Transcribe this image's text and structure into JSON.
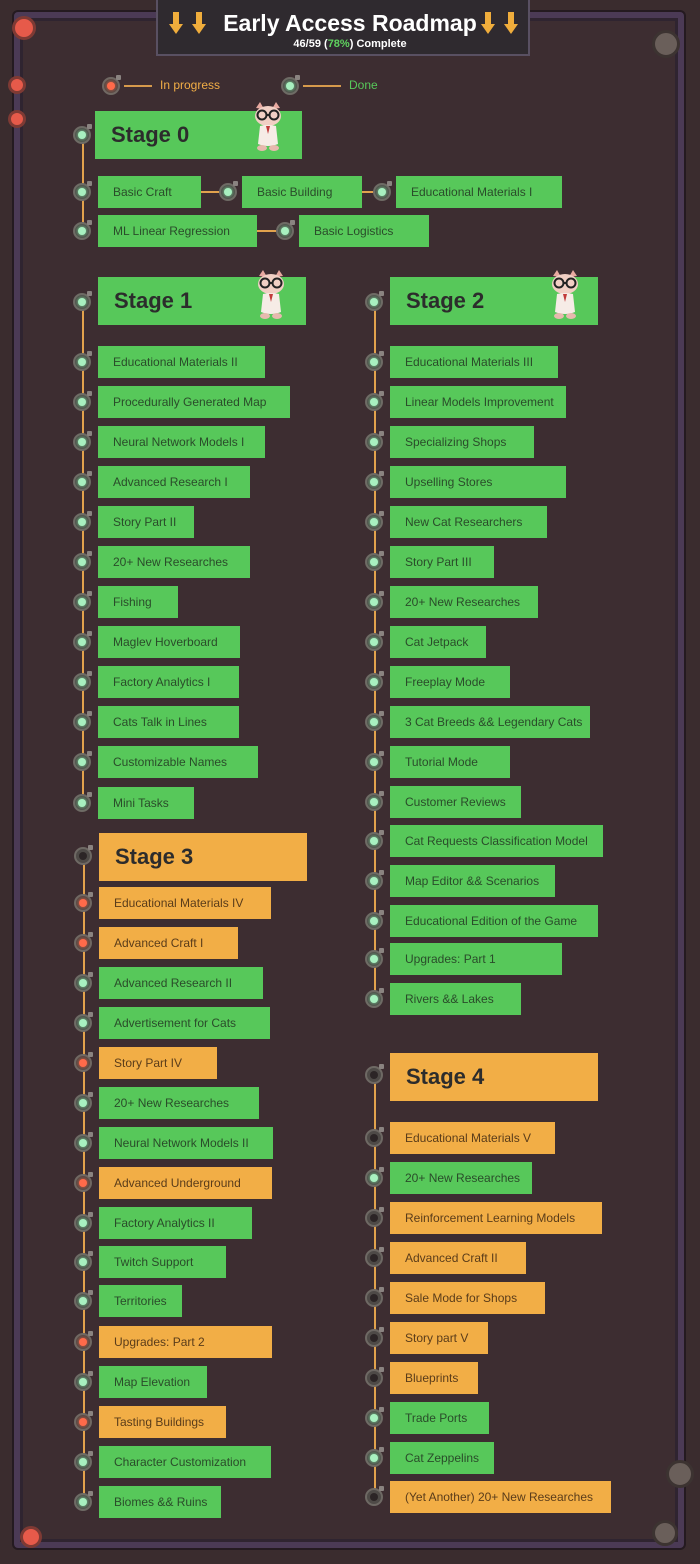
{
  "header": {
    "title": "Early Access Roadmap",
    "progress_count": "46/59",
    "progress_percent": "78%",
    "progress_suffix": "Complete"
  },
  "legend": {
    "in_progress": "In progress",
    "done": "Done"
  },
  "colors": {
    "done": "#57c85a",
    "in_progress": "#f2ae46",
    "connector": "#e2a24d",
    "background": "#3d2d31"
  },
  "stages": [
    {
      "label": "Stage 0",
      "status": "done",
      "items": [
        {
          "label": "Basic Craft",
          "status": "done"
        },
        {
          "label": "Basic Building",
          "status": "done"
        },
        {
          "label": "Educational Materials I",
          "status": "done"
        },
        {
          "label": "ML Linear Regression",
          "status": "done"
        },
        {
          "label": "Basic Logistics",
          "status": "done"
        }
      ]
    },
    {
      "label": "Stage 1",
      "status": "done",
      "items": [
        {
          "label": "Educational Materials II",
          "status": "done"
        },
        {
          "label": "Procedurally Generated Map",
          "status": "done"
        },
        {
          "label": "Neural Network Models I",
          "status": "done"
        },
        {
          "label": "Advanced Research I",
          "status": "done"
        },
        {
          "label": "Story Part II",
          "status": "done"
        },
        {
          "label": "20+ New Researches",
          "status": "done"
        },
        {
          "label": "Fishing",
          "status": "done"
        },
        {
          "label": "Maglev Hoverboard",
          "status": "done"
        },
        {
          "label": "Factory Analytics I",
          "status": "done"
        },
        {
          "label": "Cats Talk in Lines",
          "status": "done"
        },
        {
          "label": "Customizable Names",
          "status": "done"
        },
        {
          "label": "Mini Tasks",
          "status": "done"
        }
      ]
    },
    {
      "label": "Stage 2",
      "status": "done",
      "items": [
        {
          "label": "Educational Materials III",
          "status": "done"
        },
        {
          "label": "Linear Models Improvement",
          "status": "done"
        },
        {
          "label": "Specializing Shops",
          "status": "done"
        },
        {
          "label": "Upselling Stores",
          "status": "done"
        },
        {
          "label": "New Cat Researchers",
          "status": "done"
        },
        {
          "label": "Story Part III",
          "status": "done"
        },
        {
          "label": "20+ New Researches",
          "status": "done"
        },
        {
          "label": "Cat Jetpack",
          "status": "done"
        },
        {
          "label": "Freeplay Mode",
          "status": "done"
        },
        {
          "label": "3 Cat Breeds && Legendary Cats",
          "status": "done"
        },
        {
          "label": "Tutorial Mode",
          "status": "done"
        },
        {
          "label": "Customer Reviews",
          "status": "done"
        },
        {
          "label": "Cat Requests Classification Model",
          "status": "done"
        },
        {
          "label": "Map Editor && Scenarios",
          "status": "done"
        },
        {
          "label": "Educational Edition of the Game",
          "status": "done"
        },
        {
          "label": "Upgrades: Part 1",
          "status": "done"
        },
        {
          "label": "Rivers && Lakes",
          "status": "done"
        }
      ]
    },
    {
      "label": "Stage 3",
      "status": "in_progress",
      "items": [
        {
          "label": "Educational Materials IV",
          "status": "in_progress"
        },
        {
          "label": "Advanced Craft I",
          "status": "in_progress"
        },
        {
          "label": "Advanced Research II",
          "status": "done"
        },
        {
          "label": "Advertisement for Cats",
          "status": "done"
        },
        {
          "label": "Story Part IV",
          "status": "in_progress"
        },
        {
          "label": "20+ New Researches",
          "status": "done"
        },
        {
          "label": "Neural Network Models II",
          "status": "done"
        },
        {
          "label": "Advanced Underground",
          "status": "in_progress"
        },
        {
          "label": "Factory Analytics II",
          "status": "done"
        },
        {
          "label": "Twitch Support",
          "status": "done"
        },
        {
          "label": "Territories",
          "status": "done"
        },
        {
          "label": "Upgrades: Part 2",
          "status": "in_progress"
        },
        {
          "label": "Map Elevation",
          "status": "done"
        },
        {
          "label": "Tasting Buildings",
          "status": "in_progress"
        },
        {
          "label": "Character Customization",
          "status": "done"
        },
        {
          "label": "Biomes && Ruins",
          "status": "done"
        }
      ]
    },
    {
      "label": "Stage 4",
      "status": "in_progress",
      "items": [
        {
          "label": "Educational Materials V",
          "status": "in_progress"
        },
        {
          "label": "20+ New Researches",
          "status": "done"
        },
        {
          "label": "Reinforcement Learning Models",
          "status": "in_progress"
        },
        {
          "label": "Advanced Craft II",
          "status": "in_progress"
        },
        {
          "label": "Sale Mode for Shops",
          "status": "in_progress"
        },
        {
          "label": "Story part V",
          "status": "in_progress"
        },
        {
          "label": "Blueprints",
          "status": "in_progress"
        },
        {
          "label": "Trade Ports",
          "status": "done"
        },
        {
          "label": "Cat Zeppelins",
          "status": "done"
        },
        {
          "label": "(Yet Another) 20+ New Researches",
          "status": "in_progress"
        }
      ]
    }
  ]
}
